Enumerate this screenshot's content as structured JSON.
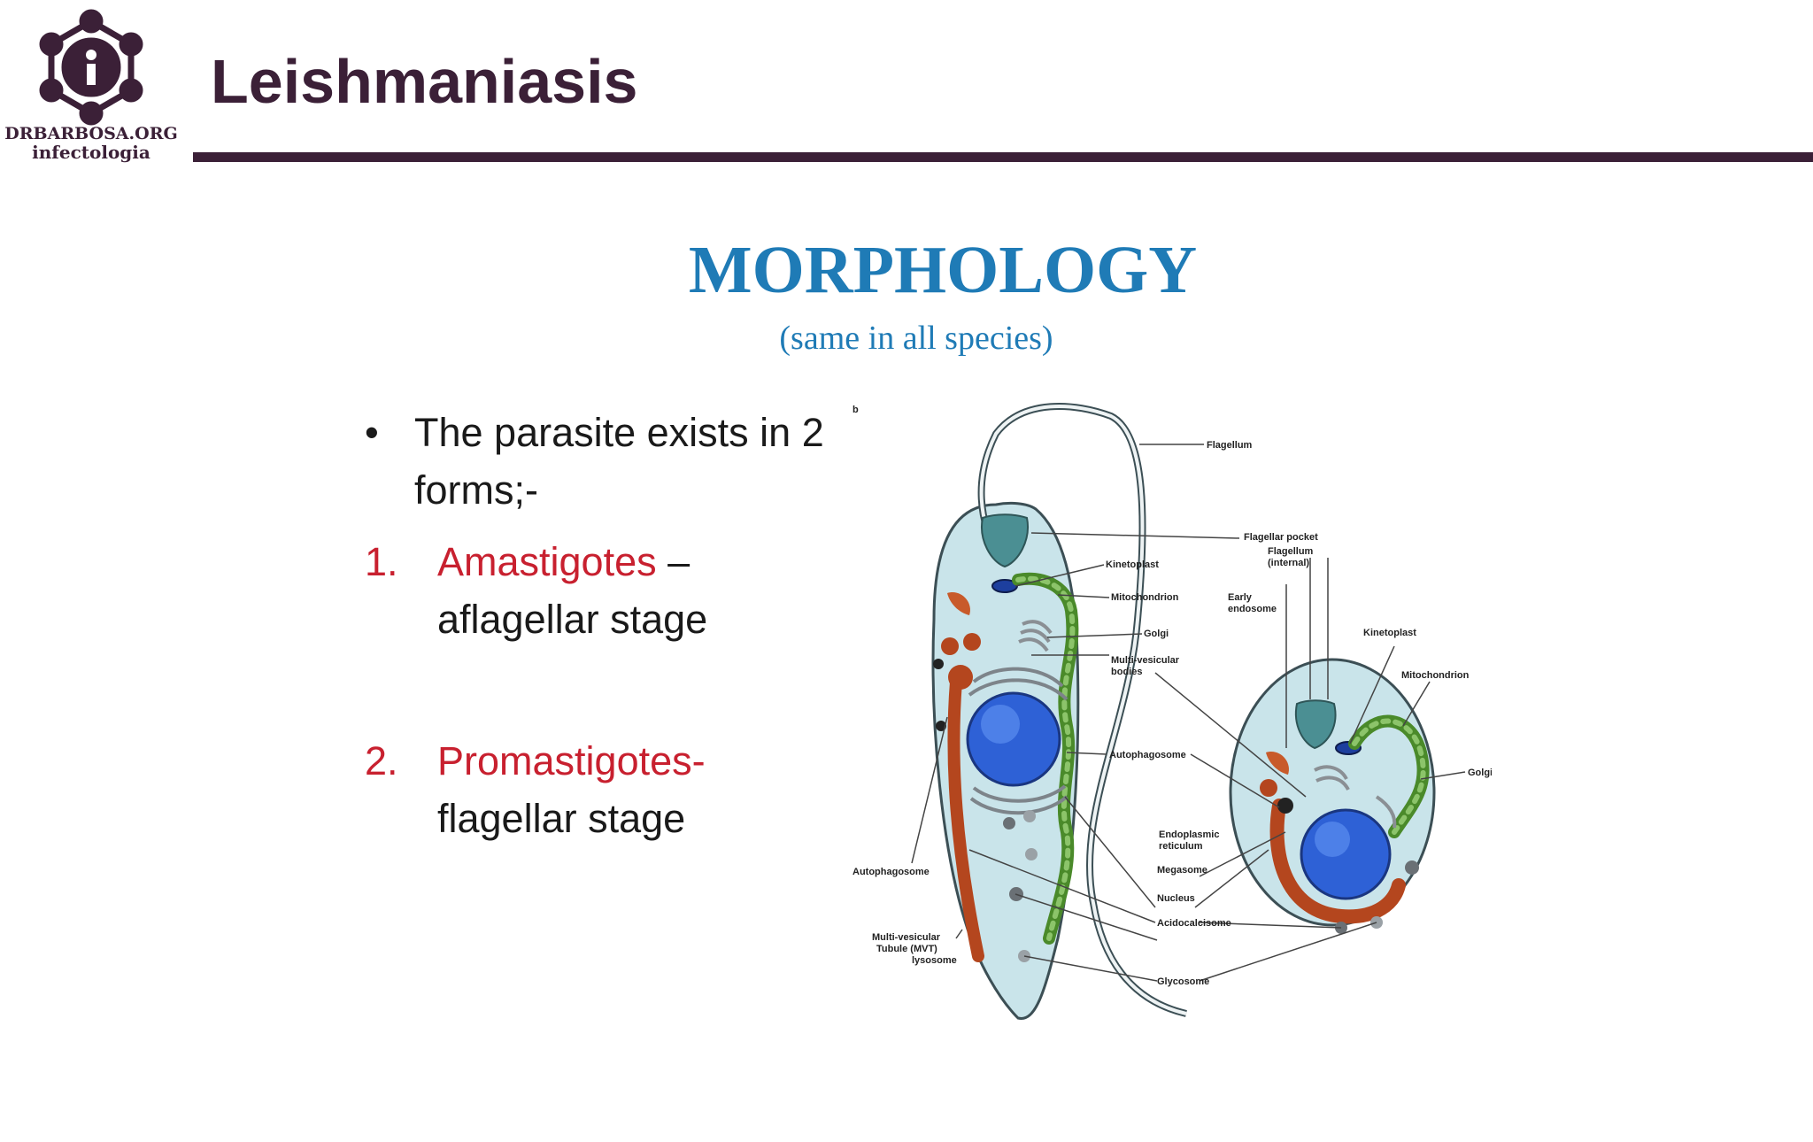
{
  "header": {
    "title": "Leishmaniasis",
    "logo": {
      "line1": "DRBARBOSA.ORG",
      "line2": "infectologia",
      "icon": "info-network-logo-icon",
      "color": "#3b2037"
    }
  },
  "slide": {
    "heading": "MORPHOLOGY",
    "subheading": "(same in all species)",
    "heading_color": "#1f7bb6",
    "bullet": {
      "marker": "•",
      "text": "The parasite exists in 2 forms;-"
    },
    "forms": [
      {
        "number": "1.",
        "term": "Amastigotes",
        "suffix": " –",
        "stage": "aflagellar stage"
      },
      {
        "number": "2.",
        "term": "Promastigotes-",
        "suffix": "",
        "stage": "flagellar stage"
      }
    ],
    "accent_color": "#c8202f"
  },
  "diagram": {
    "panel_letter": "b",
    "labels": {
      "flagellum": "Flagellum",
      "flagellar_pocket": "Flagellar pocket",
      "flagellum_internal_1": "Flagellum",
      "flagellum_internal_2": "(internal)",
      "kinetoplast": "Kinetoplast",
      "mitochondrion": "Mitochondrion",
      "early_endosome_1": "Early",
      "early_endosome_2": "endosome",
      "golgi": "Golgi",
      "mvb_1": "Multi-vesicular",
      "mvb_2": "bodies",
      "kinetoplast_right": "Kinetoplast",
      "mitochondrion_right": "Mitochondrion",
      "golgi_right": "Golgi",
      "autophagosome_mid": "Autophagosome",
      "er_1": "Endoplasmic",
      "er_2": "reticulum",
      "megasome": "Megasome",
      "nucleus": "Nucleus",
      "acidocalcisome": "Acidocalcisome",
      "glycosome": "Glycosome",
      "autophagosome_left": "Autophagosome",
      "mvt_1": "Multi-vesicular",
      "mvt_2": "Tubule (MVT)",
      "mvt_3": "lysosome"
    }
  }
}
